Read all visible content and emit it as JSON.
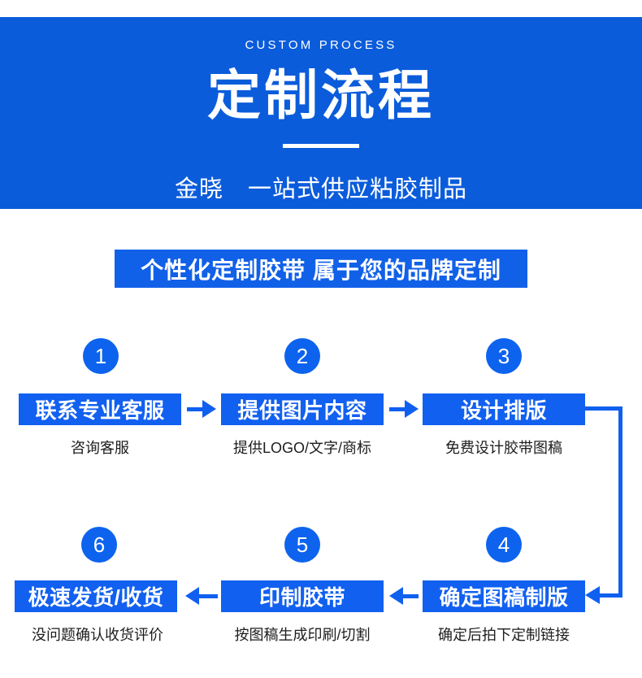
{
  "hero": {
    "kicker": "CUSTOM PROCESS",
    "title": "定制流程",
    "subtitle": "金晓　一站式供应粘胶制品"
  },
  "banner": {
    "text": "个性化定制胶带  属于您的品牌定制"
  },
  "colors": {
    "header_blue": "#0b5cdb",
    "box_blue": "#1160f0",
    "circle_blue": "#0d63ee",
    "arrow_blue": "#1060f0",
    "caption_text": "#1d1d1d"
  },
  "flow": {
    "steps": [
      {
        "number": "1",
        "title": "联系专业客服",
        "caption": "咨询客服"
      },
      {
        "number": "2",
        "title": "提供图片内容",
        "caption": "提供LOGO/文字/商标"
      },
      {
        "number": "3",
        "title": "设计排版",
        "caption": "免费设计胶带图稿"
      },
      {
        "number": "4",
        "title": "确定图稿制版",
        "caption": "确定后拍下定制链接"
      },
      {
        "number": "5",
        "title": "印制胶带",
        "caption": "按图稿生成印刷/切割"
      },
      {
        "number": "6",
        "title": "极速发货/收货",
        "caption": "没问题确认收货评价"
      }
    ]
  }
}
